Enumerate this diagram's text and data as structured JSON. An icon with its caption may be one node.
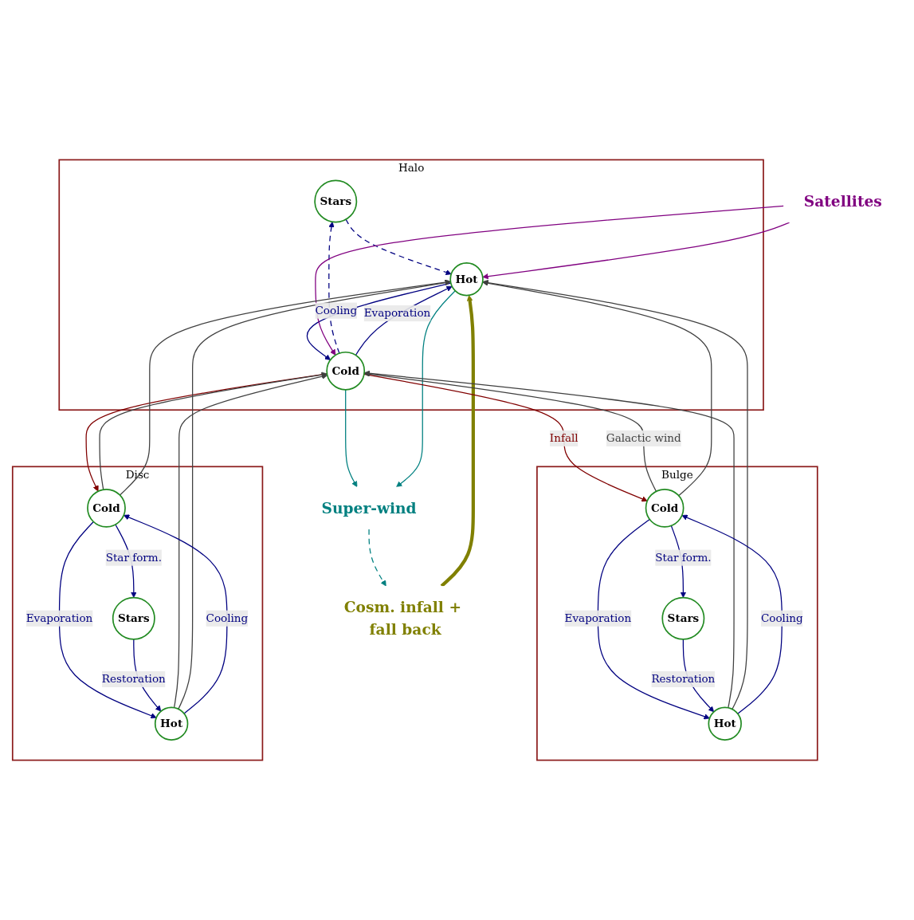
{
  "diagram": {
    "nodes": [
      {
        "text": [
          "Halo"
        ]
      },
      {
        "text": [
          "Stars"
        ],
        "in": 0
      },
      {
        "text": [
          "Cold"
        ],
        "in": 0
      },
      {
        "text": [
          "Hot"
        ],
        "in": 0
      },
      {
        "text": [
          "Cosm. infall + fall back"
        ]
      },
      {
        "text": [
          "Satellites"
        ]
      },
      {
        "text": [
          "Super-wind"
        ]
      },
      {
        "text": [
          "Bulge"
        ]
      },
      {
        "text": [
          "Cold"
        ],
        "in": 7
      },
      {
        "text": [
          "Hot"
        ],
        "in": 7
      },
      {
        "text": [
          "Stars"
        ],
        "in": 7
      },
      {
        "text": [
          "Disc"
        ]
      },
      {
        "text": [
          "Cold"
        ],
        "in": 11
      },
      {
        "text": [
          "Hot"
        ],
        "in": 11
      },
      {
        "text": [
          "Stars"
        ],
        "in": 11
      }
    ],
    "edges": [
      {
        "from": 2,
        "to": 1,
        "arrow": "to",
        "style": "dashed"
      },
      {
        "from": 1,
        "to": 3,
        "arrow": "to",
        "style": "dashed"
      },
      {
        "from": 3,
        "to": 2,
        "arrow": "to",
        "label": "Cooling"
      },
      {
        "from": 2,
        "to": 3,
        "arrow": "to",
        "label": "Evaporation"
      },
      {
        "from": 4,
        "to": 3,
        "arrow": "to",
        "style": "thick",
        "color": "#808000"
      },
      {
        "from": 5,
        "to": 2,
        "arrow": "to",
        "color": "#800080"
      },
      {
        "from": 5,
        "to": 3,
        "arrow": "to",
        "color": "#800080"
      },
      {
        "from": 2,
        "to": 6,
        "arrow": "to",
        "color": "#008080"
      },
      {
        "from": 3,
        "to": 6,
        "arrow": "to",
        "color": "#008080"
      },
      {
        "from": 6,
        "to": 4,
        "arrow": "to",
        "style": "dashed",
        "color": "#008080"
      },
      {
        "from": 2,
        "to": 8,
        "arrow": "to",
        "label": "Infall",
        "color": "#800000"
      },
      {
        "from": 2,
        "to": 12,
        "arrow": "to",
        "color": "#800000"
      },
      {
        "from": 8,
        "to": 2,
        "arrow": "to",
        "label": "Galactic wind",
        "color": "#404040"
      },
      {
        "from": 8,
        "to": 3,
        "arrow": "to",
        "color": "#404040"
      },
      {
        "from": 9,
        "to": 2,
        "arrow": "to",
        "color": "#404040"
      },
      {
        "from": 9,
        "to": 3,
        "arrow": "to",
        "color": "#404040"
      },
      {
        "from": 12,
        "to": 2,
        "arrow": "to",
        "color": "#404040"
      },
      {
        "from": 12,
        "to": 3,
        "arrow": "to",
        "color": "#404040"
      },
      {
        "from": 13,
        "to": 2,
        "arrow": "to",
        "color": "#404040"
      },
      {
        "from": 13,
        "to": 3,
        "arrow": "to",
        "color": "#404040"
      },
      {
        "from": 9,
        "to": 8,
        "arrow": "to",
        "label": "Cooling"
      },
      {
        "from": 8,
        "to": 9,
        "arrow": "to",
        "label": "Evaporation"
      },
      {
        "from": 8,
        "to": 10,
        "arrow": "to",
        "label": "Star form."
      },
      {
        "from": 10,
        "to": 9,
        "arrow": "to",
        "label": "Restoration"
      },
      {
        "from": 13,
        "to": 12,
        "arrow": "to",
        "label": "Cooling"
      },
      {
        "from": 12,
        "to": 13,
        "arrow": "to",
        "label": "Evaporation"
      },
      {
        "from": 12,
        "to": 14,
        "arrow": "to",
        "label": "Star form."
      },
      {
        "from": 14,
        "to": 13,
        "arrow": "to",
        "label": "Restoration"
      }
    ]
  }
}
